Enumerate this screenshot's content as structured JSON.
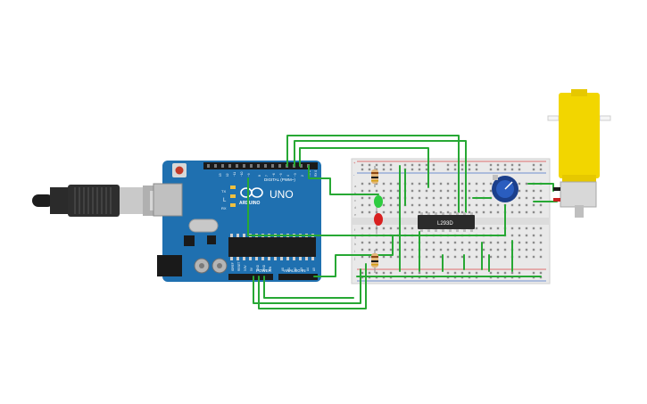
{
  "arduino": {
    "logo_text": "ARDUINO",
    "model": "UNO",
    "digital_header_label": "DIGITAL (PWM~)",
    "power_label": "POWER",
    "analog_label": "ANALOG IN",
    "led_labels": [
      "L",
      "TX",
      "RX"
    ],
    "board_color": "#1f70b0",
    "digital_pins": [
      "13",
      "12",
      "~11",
      "~10",
      "~9",
      "8",
      "7",
      "~6",
      "~5",
      "4",
      "~3",
      "2",
      "TX 1",
      "RX 0"
    ],
    "power_pins": [
      "IOREF",
      "RESET",
      "3.3V",
      "5V",
      "GND",
      "GND",
      "VIN"
    ],
    "analog_pins": [
      "A0",
      "A1",
      "A2",
      "A3",
      "A4",
      "A5"
    ]
  },
  "breadboard": {
    "row_letters_top": [
      "a",
      "b",
      "c",
      "d",
      "e"
    ],
    "row_letters_bottom": [
      "f",
      "g",
      "h",
      "i",
      "j"
    ],
    "rail_signs": [
      "+",
      "-"
    ]
  },
  "chip": {
    "label": "L293D"
  },
  "colors": {
    "wire": "#27a834",
    "chip": "#2b2b2b",
    "motor": "#f2d600",
    "pot": "#1b3f8b",
    "led_green": "#2ecc40",
    "led_red": "#d92020"
  },
  "icons": {
    "usb_cable": "usb-cable-icon",
    "motor": "dc-motor-icon",
    "potentiometer": "potentiometer-icon"
  }
}
